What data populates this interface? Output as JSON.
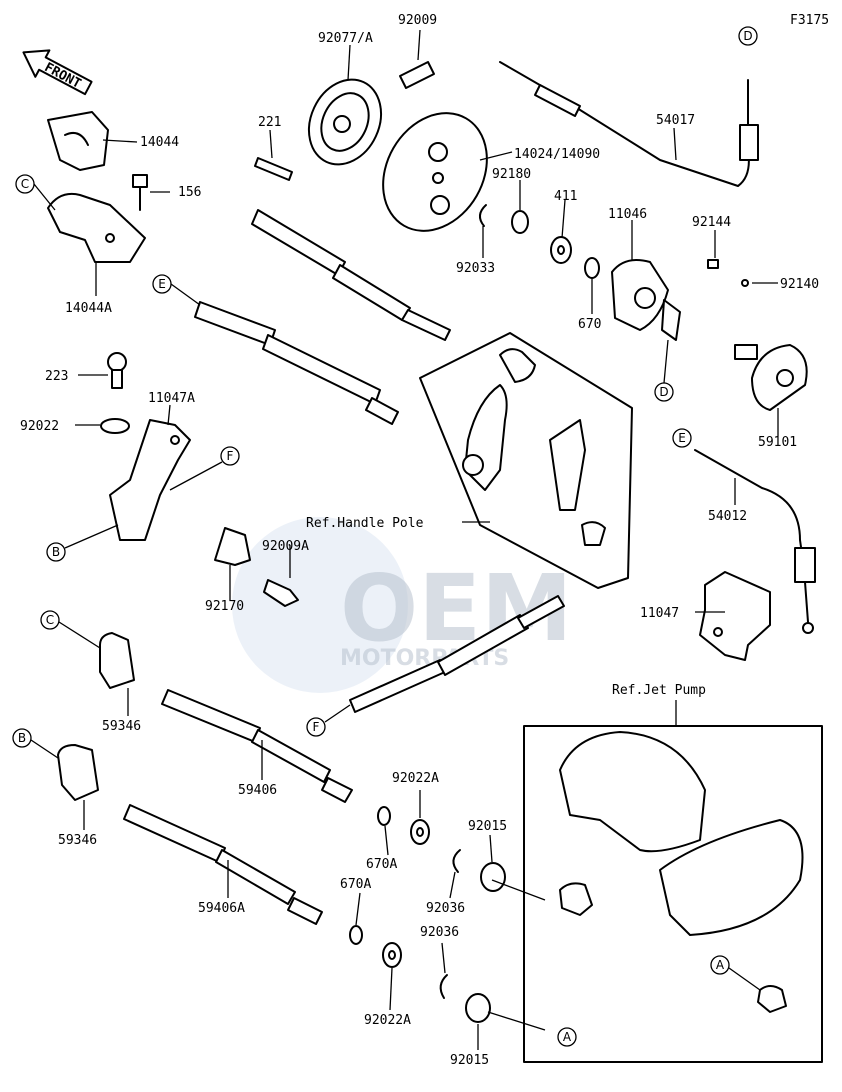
{
  "figure_code": "F3175",
  "front_label": "FRONT",
  "watermark": {
    "brand": "OEM",
    "sub": "MOTORPARTS"
  },
  "parts": {
    "p92009": "92009",
    "p92077A": "92077/A",
    "p221": "221",
    "p14024": "14024/14090",
    "p14044": "14044",
    "p156": "156",
    "p14044A": "14044A",
    "p92180": "92180",
    "p411": "411",
    "p92033": "92033",
    "p54017": "54017",
    "p11046": "11046",
    "p92144": "92144",
    "p92140": "92140",
    "p670": "670",
    "p223": "223",
    "p11047A": "11047A",
    "p92022": "92022",
    "p92009A": "92009A",
    "p92170": "92170",
    "p59101": "59101",
    "p54012": "54012",
    "p11047": "11047",
    "p59346a": "59346",
    "p59406": "59406",
    "p59346b": "59346",
    "p59406A": "59406A",
    "p92022A_1": "92022A",
    "p670A_1": "670A",
    "p670A_2": "670A",
    "p92015_1": "92015",
    "p92036_1": "92036",
    "p92036_2": "92036",
    "p92022A_2": "92022A",
    "p92015_2": "92015"
  },
  "refs": {
    "handle_pole": "Ref.Handle Pole",
    "jet_pump": "Ref.Jet Pump"
  },
  "callouts": {
    "A": "A",
    "B": "B",
    "C": "C",
    "D": "D",
    "E": "E",
    "F": "F"
  }
}
